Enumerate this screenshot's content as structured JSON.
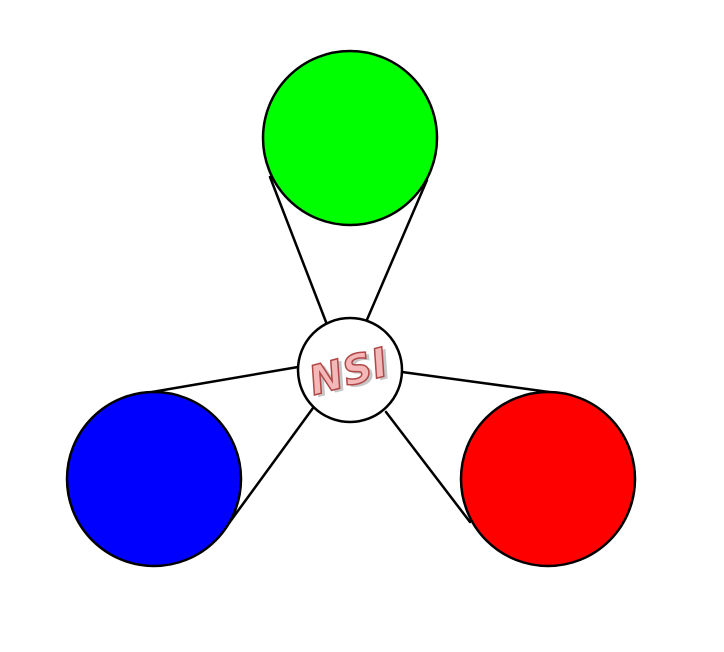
{
  "diagram": {
    "hub": {
      "logo_text": "NSI",
      "fill": "#ffffff",
      "logo_color": "#f4b8b8",
      "logo_outline": "#b04848"
    },
    "nodes": [
      {
        "id": "green",
        "color": "#00ff00"
      },
      {
        "id": "blue",
        "color": "#0000ff"
      },
      {
        "id": "red",
        "color": "#ff0000"
      }
    ],
    "line_color": "#000000"
  }
}
